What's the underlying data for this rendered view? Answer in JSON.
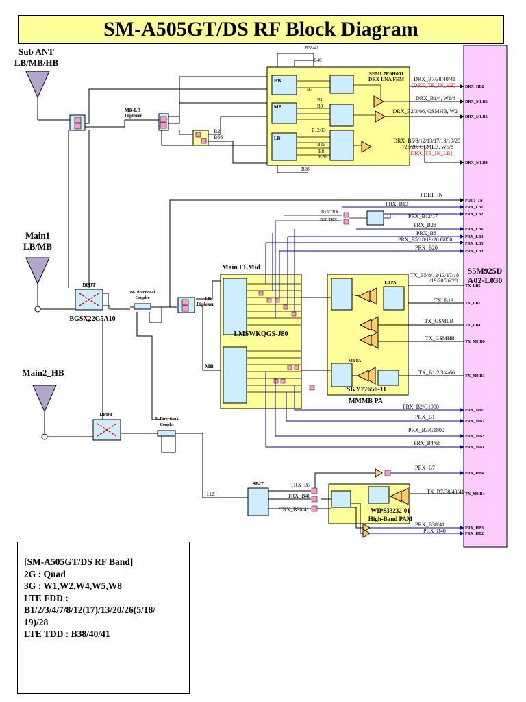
{
  "title": "SM-A505GT/DS RF Block Diagram",
  "antennas": {
    "sub": [
      "Sub ANT",
      "LB/MB/HB"
    ],
    "main1": [
      "Main1",
      "LB/MB"
    ],
    "main2": "Main2_HB"
  },
  "transceiver": [
    "S5M925D",
    "A02-L030"
  ],
  "colors": {
    "title_fill": "#ffff99",
    "module_fill": "#ffff99",
    "switch_fill": "#cceeff",
    "transceiver_fill": "#ffccff",
    "rx_line": "#0000cc",
    "drx_tr_in": "#ff0000",
    "filter_fill": "#ff99cc",
    "lna_fill": "#ffcc66"
  },
  "modules": {
    "drx_fem": [
      "SFML7E0H001",
      "DRX LNA FEM"
    ],
    "main_femid": "Main FEMid",
    "lmsw": "LMSWKQGS-J80",
    "sky": "SKY77656-11",
    "mmmb": "MMMB PA",
    "lb_pa": "LB PA",
    "mb_pa": "MB PA",
    "wips": [
      "WIPS33232-01",
      "High-Band PAM"
    ]
  },
  "components": {
    "mb_lb_diplexer": [
      "MB-LB",
      "Diplexer"
    ],
    "lb_diplexer": [
      "LB",
      "Diplexer"
    ],
    "dpdt": "DPDT",
    "bgsx": "BGSX22G5A10",
    "bidir": [
      "Bi-Directional",
      "Coupler"
    ],
    "sp4t": "SP4T",
    "hb_path": "HB",
    "mb_path": "MB",
    "lb_sw": "LB",
    "mb_sw": "MB",
    "hb_sw": "HB"
  },
  "band_labels": {
    "b38_41": "B38/41",
    "b40": "B40",
    "b7": "B7",
    "b1": "B1",
    "b3": "B3",
    "b2": "B2",
    "b66": "B66",
    "b12_13": "B12/13",
    "b26": "B26",
    "b8": "B8",
    "b20": "B20",
    "b28": "B28",
    "b13_trx": "B13 TRX",
    "b28_trx": "B28 TRX",
    "trx_b7": "TRX_B7",
    "trx_b40": "TRX_B40",
    "trx_b38_41": "TRX_B38/41"
  },
  "signals": {
    "drx_hb_label": "DRX_B7/38/40/41",
    "drx_hb_sub": "[DRX_TR_IN_HB]",
    "drx_mlb3_label": "DRX_B1/4, W1/4",
    "drx_mlb2_label": "DRX_B2/3/66, GSMHB, W2",
    "drx_lb_label_1": "DRX_B5/8/12/13/17/18/19/20",
    "drx_lb_label_2": "/26/28, GSMLB, W5/8",
    "drx_lb_sub": "[DRX_TR_IN_LB]",
    "pdet": "PDET_IN",
    "prx_b13": "PRX_B13",
    "prx_b12_17": "PRX_B12/17",
    "prx_b28": "PRX_B28",
    "prx_b8": "PRX_B8",
    "prx_b5": "PRX_B5/18/19/26 G850",
    "prx_b20": "PRX_B20",
    "tx_lb_1": "TX_B5/8/12/13/17/18",
    "tx_lb_2": "/19/20/26/28",
    "tx_b13": "TX_B13",
    "tx_gsmlb": "TX_GSMLB",
    "tx_gsmhb": "TX_GSMHB",
    "tx_mb": "TX_B1/2/3/4/66",
    "prx_b2": "PRX_B2/G1900",
    "prx_b1": "PRX_B1",
    "prx_b3": "PRX_B3/G1800",
    "prx_b4": "PRX_B4/66",
    "prx_b7": "PRX_B7",
    "tx_hb": "TX_B7/38/40/41",
    "prx_b38": "PRX_B38/41",
    "prx_b40": "PRX_B40"
  },
  "pins": {
    "drx_hb2": "DRX_HB2",
    "drx_mlb3": "DRX_MLB3",
    "drx_mlb2": "DRX_MLB2",
    "drx_mlb4": "DRX_MLB4",
    "pdet_in": "PDET_IN",
    "prx_lb1": "PRX_LB1",
    "prx_lb2": "PRX_LB2",
    "prx_lb6": "PRX_LB6",
    "prx_lb4": "PRX_LB4",
    "prx_lb5": "PRX_LB5",
    "prx_lb3": "PRX_LB3",
    "tx_lb2": "TX_LB2",
    "tx_lb1": "TX_LB1",
    "tx_lb4": "TX_LB4",
    "tx_mhb6": "TX_MHB6",
    "tx_mhb1": "TX_MHB1",
    "prx_mb5": "PRX_MB5",
    "prx_mb2": "PRX_MB2",
    "prx_mb3": "PRX_MB3",
    "prx_mb1": "PRX_MB1",
    "prx_hb4": "PRX_HB4",
    "tx_mhb4": "TX_MHB4",
    "prx_hb3": "PRX_HB3",
    "prx_hb2": "PRX_HB2"
  },
  "band_info": [
    "[SM-A505GT/DS RF Band]",
    "2G : Quad",
    "3G : W1,W2,W4,W5,W8",
    "LTE FDD :",
    "B1/2/3/4/7/8/12(17)/13/20/26(5/18/",
    "19)/28",
    "LTE TDD : B38/40/41"
  ]
}
